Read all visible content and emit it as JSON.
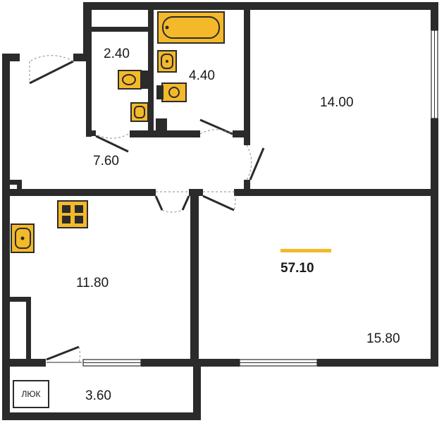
{
  "plan": {
    "total_area": "57.10",
    "hatch_label": "ЛЮК",
    "rooms": [
      {
        "id": "wc",
        "area": "2.40"
      },
      {
        "id": "bathroom",
        "area": "4.40"
      },
      {
        "id": "hallway",
        "area": "7.60"
      },
      {
        "id": "bedroom",
        "area": "14.00"
      },
      {
        "id": "kitchen",
        "area": "11.80"
      },
      {
        "id": "living-room",
        "area": "15.80"
      },
      {
        "id": "balcony",
        "area": "3.60"
      }
    ]
  },
  "colors": {
    "accent": "#f4b92a",
    "wall": "#2b2b2b"
  }
}
